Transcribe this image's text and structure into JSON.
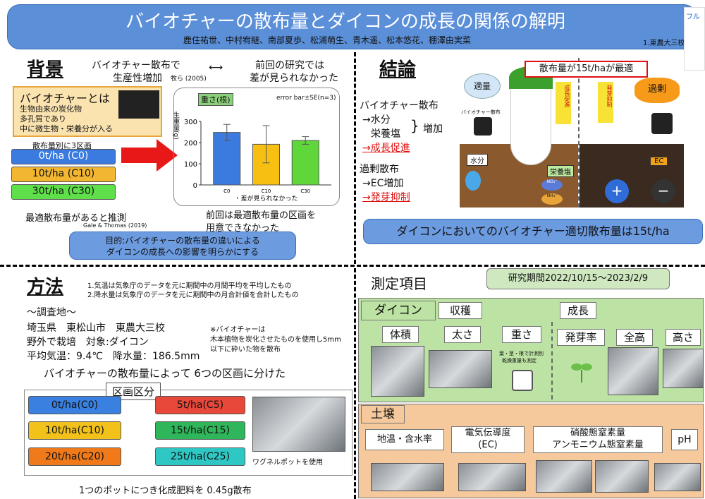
{
  "header": {
    "title": "バイオチャーの散布量とダイコンの成長の関係の解明",
    "authors": "鹿住祐世、中村宥継、南部夏歩、松浦萌生、青木遥、松本悠花、棚澤由実菜",
    "affiliation": "1.東農大三校",
    "corner_tag": "フル"
  },
  "background": {
    "heading": "背景",
    "note_top_left": "バイオチャー散布で",
    "note_top_left2": "生産性増加",
    "note_top_left_cite": "牧ら (2005)",
    "note_top_right": "前回の研究では",
    "note_top_right2": "差が見られなかった",
    "what_is_title": "バイオチャーとは",
    "what_is_lines": [
      "生物由来の炭化物",
      "多孔質であり",
      "中に微生物・栄養分が入る"
    ],
    "plot_title": "散布量別に3区画",
    "plots": [
      {
        "label": "0t/ha (C0)",
        "color": "#3b7be0"
      },
      {
        "label": "10t/ha (C10)",
        "color": "#f2b631"
      },
      {
        "label": "30t/ha (C30)",
        "color": "#5fe04a"
      }
    ],
    "bottom_left": "最適散布量があると推測",
    "bottom_left_cite": "Gale & Thomas (2019)",
    "bottom_right": "前回は最適散布量の区画を",
    "bottom_right2": "用意できなかった",
    "purpose1": "目的:バイオチャーの散布量の違いによる",
    "purpose2": "ダイコンの成長への影響を明らかにする"
  },
  "chart_data": {
    "type": "bar",
    "title": "重さ(根)",
    "note": "error bar±SE(n=3)",
    "ylabel": "生重量(g)",
    "xlabel": "・差が見られなかった",
    "categories": [
      "C0",
      "C10",
      "C30"
    ],
    "values": [
      248,
      192,
      210
    ],
    "errors": [
      38,
      88,
      18
    ],
    "colors": [
      "#3b7be0",
      "#f7bf12",
      "#5fd63a"
    ],
    "ylim": [
      0,
      300
    ],
    "yticks": [
      0,
      100,
      200,
      300
    ],
    "ytick_labels": [
      "0",
      "100",
      "200",
      "300"
    ]
  },
  "conclusion": {
    "heading": "結論",
    "l1": "バイオチャー散布",
    "l2": "→水分",
    "l3": "栄養塩",
    "l4": "増加",
    "l5": "→成長促進",
    "l6": "過剰散布",
    "l7": "→EC増加",
    "l8": "→発芽抑制",
    "best": "散布量が15t/haが最適",
    "tag_proper": "適量",
    "tag_excess": "過剰",
    "tag_growth": "成長促進",
    "tag_germ": "発芽抑制",
    "tag_water": "水分",
    "tag_nutrient": "栄養塩",
    "tag_ec": "EC",
    "tag_biochar": "バイオチャー散布",
    "tag_no3": "NO₃⁻",
    "tag_nh4": "NH₄⁺",
    "plus": "+",
    "minus": "−",
    "summary": "ダイコンにおいてのバイオチャー適切散布量は15t/ha"
  },
  "method": {
    "heading": "方法",
    "foot1": "1.気温は気象庁のデータを元に期間中の月間平均を平均したもの",
    "foot2": "2.降水量は気象庁のデータを元に期間中の月合計値を合計したもの",
    "site_title": "〜調査地〜",
    "site1": "埼玉県　東松山市　東農大三校",
    "site2": "野外で栽培　対象:ダイコン",
    "site3": "平均気温：9.4℃　降水量：186.5mm",
    "biochar_note1": "※バイオチャーは",
    "biochar_note2": "木本植物を炭化させたものを使用し5mm",
    "biochar_note3": "以下に砕いた物を散布",
    "divide": "バイオチャーの散布量によって 6つの区画に分けた",
    "grid_title": "区画区分",
    "plots": [
      {
        "label": "0t/ha(C0)",
        "color": "#3a80e0"
      },
      {
        "label": "5t/ha(C5)",
        "color": "#e8483a"
      },
      {
        "label": "10t/ha(C10)",
        "color": "#f2c21b"
      },
      {
        "label": "15t/ha(C15)",
        "color": "#2fb55a"
      },
      {
        "label": "20t/ha(C20)",
        "color": "#f07a1a"
      },
      {
        "label": "25t/ha(C25)",
        "color": "#2fc7c4"
      }
    ],
    "pot_caption": "ワグネルポットを使用",
    "fertilizer": "1つのポットにつき化成肥料を 0.45g散布"
  },
  "measure": {
    "heading": "測定項目",
    "period": "研究期間2022/10/15〜2023/2/9",
    "daikon": "ダイコン",
    "harvest": "収穫",
    "growth": "成長",
    "items_harvest": [
      "体積",
      "太さ",
      "重さ"
    ],
    "weight_note1": "葉・茎・根で計測別",
    "weight_note2": "乾燥重量も測定",
    "items_growth": [
      "発芽率",
      "全高",
      "高さ"
    ],
    "soil": "土壌",
    "soil_items": [
      "地温・含水率",
      "電気伝導度",
      "(EC)",
      "硝酸態窒素量",
      "アンモニウム態窒素量",
      "pH"
    ]
  }
}
